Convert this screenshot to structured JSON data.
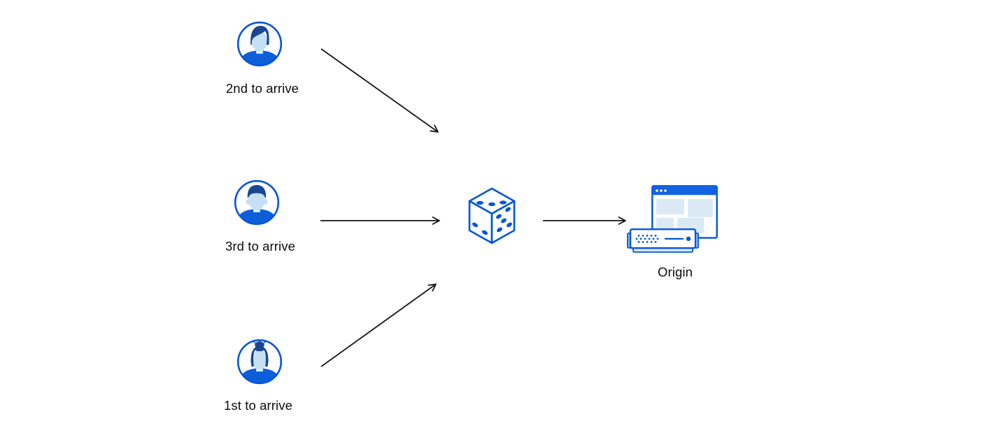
{
  "page": {
    "background": "#ffffff"
  },
  "colors": {
    "primary_blue": "#0055dc",
    "titlebar_blue": "#1263e2",
    "shirt_blue": "#0d5fd9",
    "hair_navy": "#1b4691",
    "skin_light_blue": "#c5e0f5",
    "pale_blue_fill": "#dbe9f7",
    "arrow_black": "#151515",
    "label_text": "#0d0d0d"
  },
  "diagram": {
    "clients": [
      {
        "label": "2nd to arrive",
        "icon": "male-avatar-swept-hair-icon"
      },
      {
        "label": "3rd to arrive",
        "icon": "male-avatar-flat-top-icon"
      },
      {
        "label": "1st to arrive",
        "icon": "female-avatar-bun-icon"
      }
    ],
    "router": {
      "icon": "dice-icon"
    },
    "origin": {
      "label": "Origin",
      "icon": "origin-server-icon"
    },
    "edges": [
      {
        "from": "2nd to arrive",
        "to": "dice"
      },
      {
        "from": "3rd to arrive",
        "to": "dice"
      },
      {
        "from": "1st to arrive",
        "to": "dice"
      },
      {
        "from": "dice",
        "to": "Origin"
      }
    ]
  }
}
